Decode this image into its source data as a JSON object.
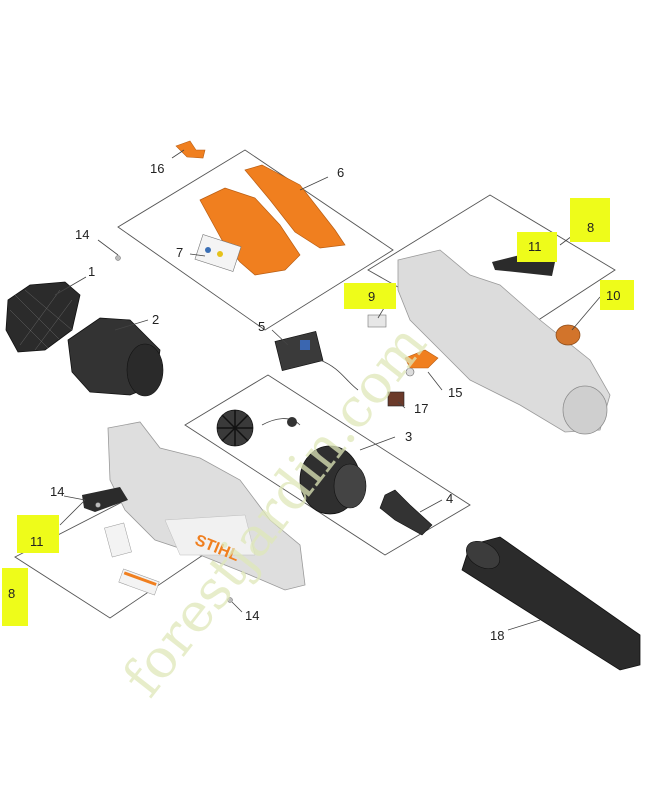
{
  "watermark": "forestjardin.com",
  "callouts": {
    "c1": "1",
    "c2": "2",
    "c3": "3",
    "c4": "4",
    "c5": "5",
    "c6": "6",
    "c7": "7",
    "c8a": "8",
    "c8b": "8",
    "c9": "9",
    "c10": "10",
    "c11a": "11",
    "c11b": "11",
    "c14a": "14",
    "c14b": "14",
    "c14c": "14",
    "c15": "15",
    "c16": "16",
    "c17": "17",
    "c18": "18"
  },
  "logo_text": "STIHL",
  "colors": {
    "orange": "#f07f1f",
    "highlight": "#eefc1a",
    "housing": "#d9d9d9",
    "dark": "#2b2b2b"
  }
}
